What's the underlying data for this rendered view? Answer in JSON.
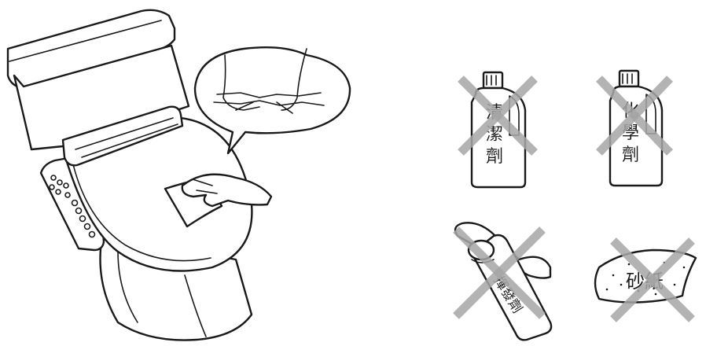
{
  "labels": {
    "cleaner": [
      "清",
      "潔",
      "劑"
    ],
    "chemical": [
      "化",
      "學",
      "劑"
    ],
    "spray": "揮發劑",
    "sandpaper": "砂紙"
  },
  "colors": {
    "line": "#1a1a1a",
    "cross": "#a6a6a6",
    "background": "#ffffff"
  },
  "icons": [
    "toilet-seat-illustration",
    "thought-bubble",
    "prohibited-cleaner-bottle",
    "prohibited-chemical-bottle",
    "prohibited-spray-can",
    "prohibited-sandpaper"
  ]
}
